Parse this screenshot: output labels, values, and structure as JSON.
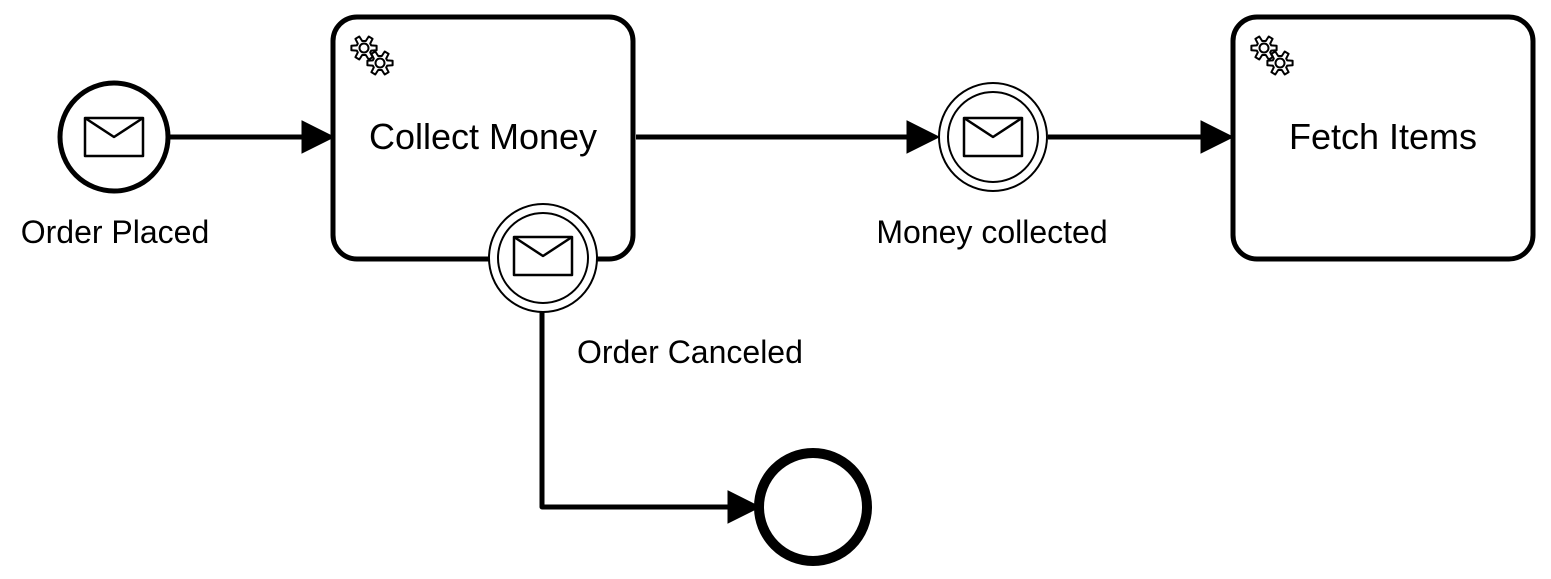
{
  "diagram": {
    "start_event": {
      "label": "Order Placed",
      "icon": "envelope-icon"
    },
    "task_collect": {
      "label": "Collect Money",
      "icon": "gear-icon"
    },
    "event_money_collected": {
      "label": "Money collected",
      "icon": "envelope-icon"
    },
    "task_fetch": {
      "label": "Fetch Items",
      "icon": "gear-icon"
    },
    "boundary_event": {
      "label": "Order Canceled",
      "icon": "envelope-icon"
    },
    "end_event": {
      "label": ""
    }
  },
  "colors": {
    "stroke": "#000000",
    "fill": "#ffffff"
  }
}
